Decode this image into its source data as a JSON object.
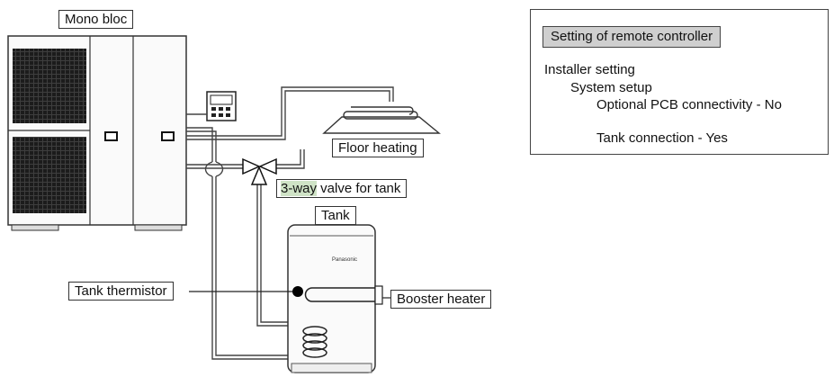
{
  "diagram": {
    "labels": {
      "mono_bloc": "Mono bloc",
      "floor_heating": "Floor heating",
      "valve_prefix": "3-way",
      "valve_rest": " valve for tank",
      "tank": "Tank",
      "tank_thermistor": "Tank thermistor",
      "booster_heater": "Booster heater",
      "tank_brand": "Panasonic"
    },
    "highlight_color": "#cfe3c6"
  },
  "settings_panel": {
    "header": "Setting of remote controller",
    "line1": "Installer setting",
    "line2": "System setup",
    "line3": "Optional PCB connectivity - No",
    "line4": "Tank connection - Yes"
  }
}
